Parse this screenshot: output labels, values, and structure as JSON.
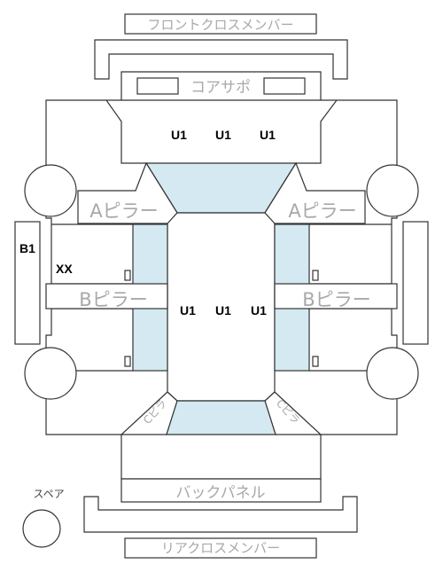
{
  "labels": {
    "front_cross_member": "フロントクロスメンバー",
    "core_support": "コアサポ",
    "a_pillar_left": "Aピラー",
    "a_pillar_right": "Aピラー",
    "b_pillar_left": "Bピラー",
    "b_pillar_right": "Bピラー",
    "back_panel": "バックパネル",
    "rear_cross_member": "リアクロスメンバー",
    "spare": "スペア",
    "pillar_c_left": "Cピラ",
    "pillar_c_right": "Cピラ"
  },
  "marks": {
    "front_u1": [
      "U1",
      "U1",
      "U1"
    ],
    "center_u1": [
      "U1",
      "U1",
      "U1"
    ],
    "b1": "B1",
    "xx": "XX"
  },
  "colors": {
    "glass": "#d4e9f1",
    "line": "#333333",
    "grey_label": "#a8a8a8"
  }
}
